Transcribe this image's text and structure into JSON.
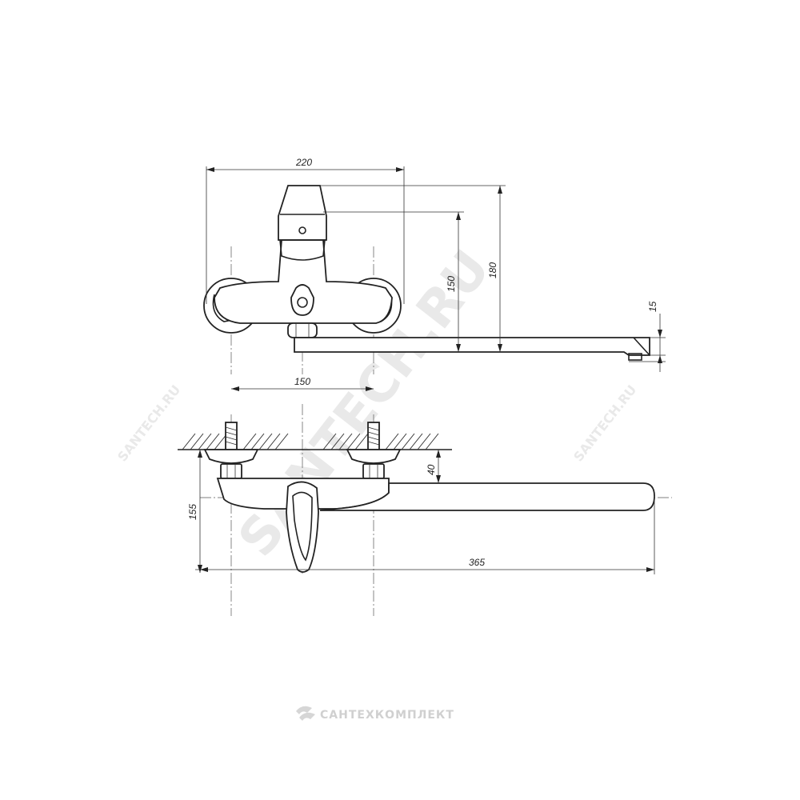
{
  "dimensions": {
    "width_top": "220",
    "height_outlet": "150",
    "height_total": "180",
    "spout_thickness": "15",
    "centers": "150",
    "wall_offset": "40",
    "depth": "155",
    "spout_length": "365"
  },
  "watermark": {
    "diagonal": "SANTECH.RU",
    "small_right": "SANTECH.RU",
    "small_left": "SANTECH.RU",
    "brand": "САНТЕХКОМПЛЕКТ"
  }
}
